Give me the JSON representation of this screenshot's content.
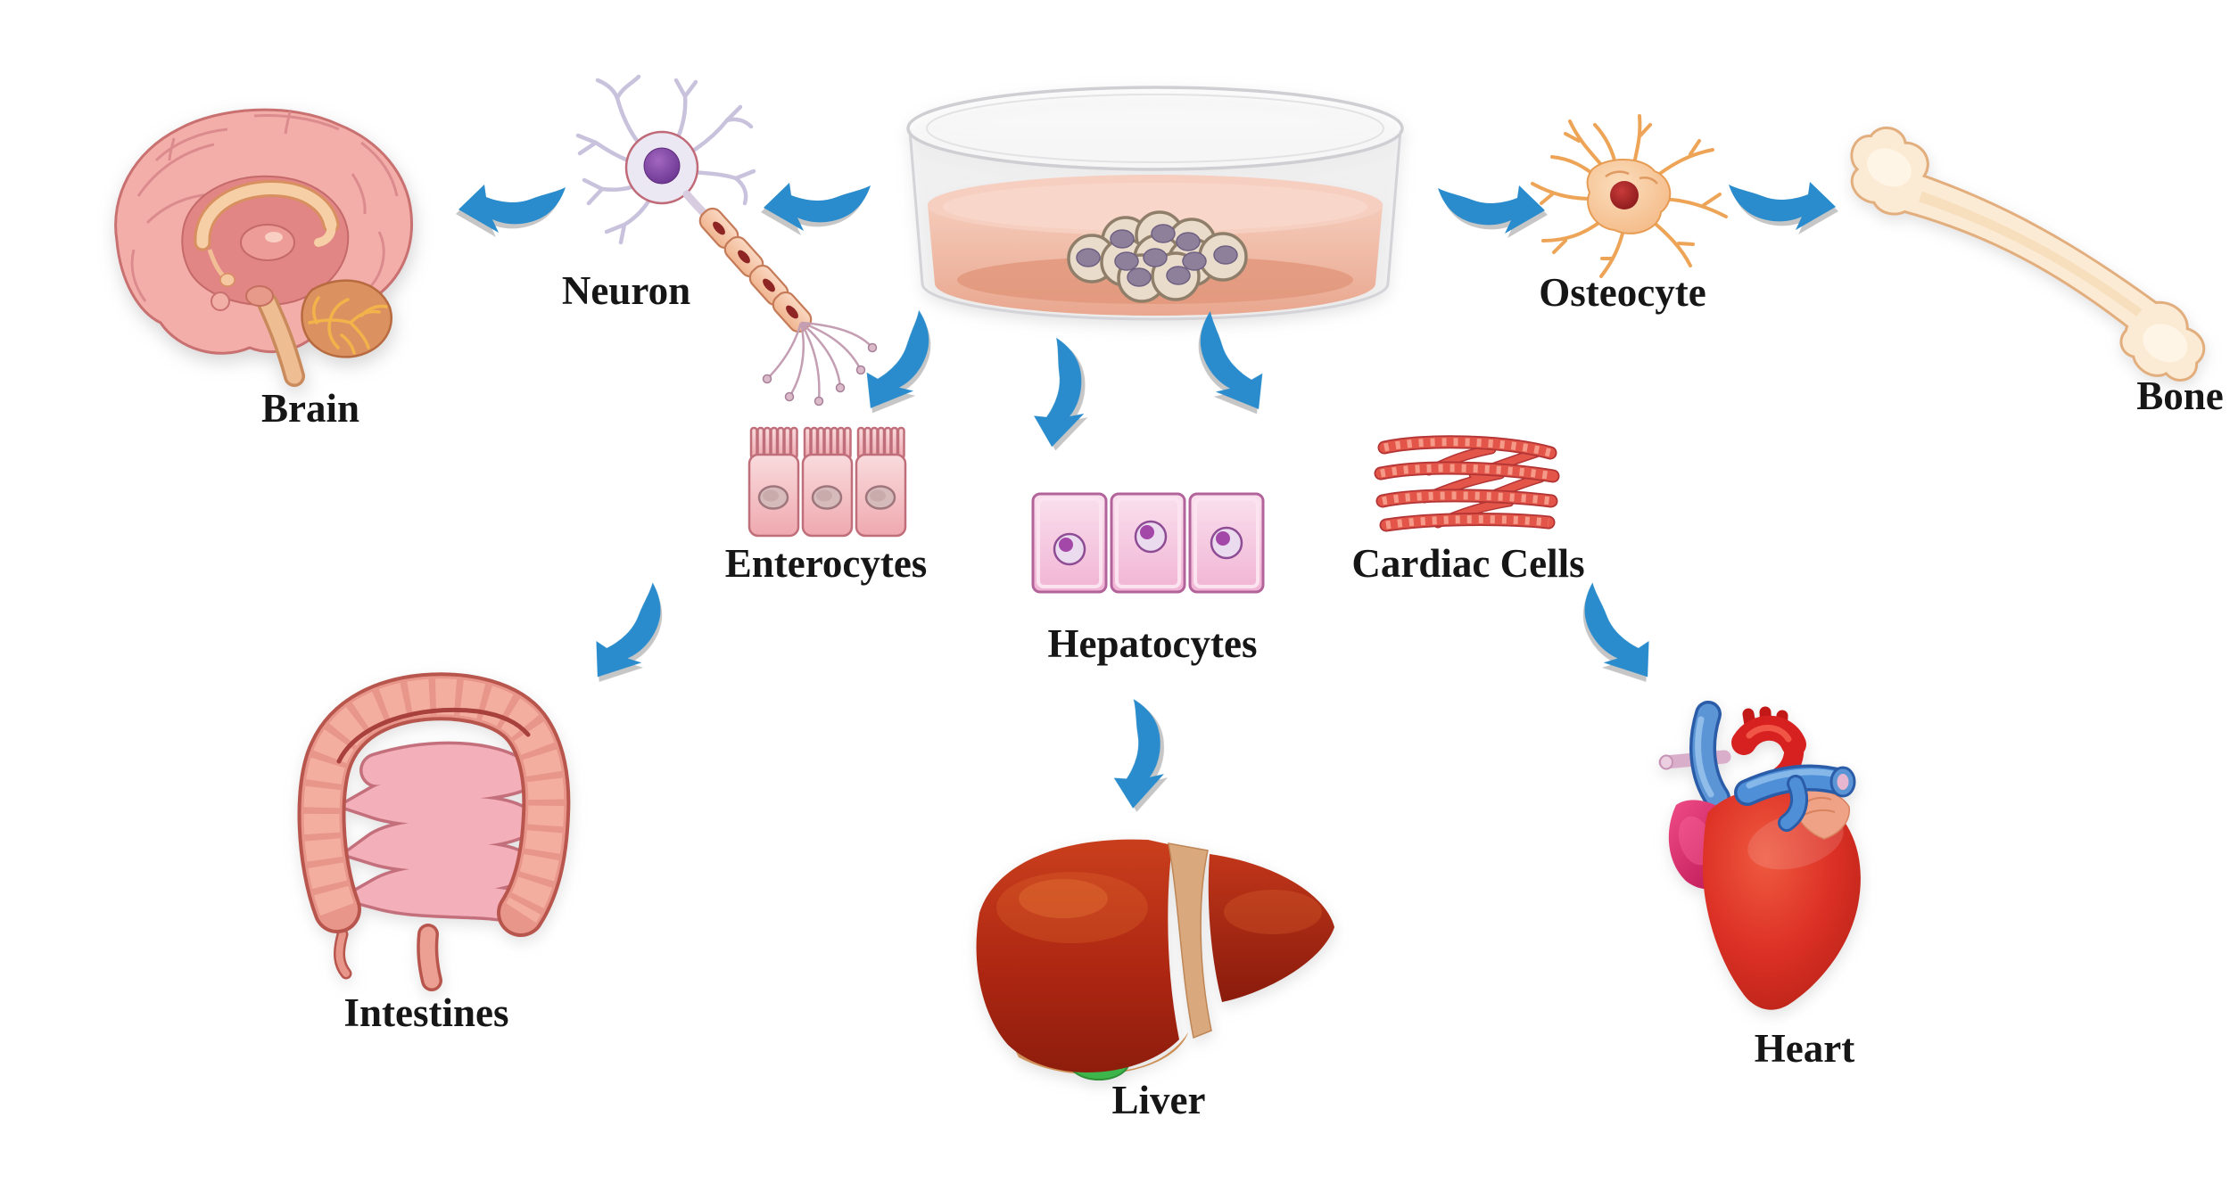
{
  "colors": {
    "background": "#FFFFFF",
    "arrow_blue": "#2A8CCC",
    "arrow_shadow": "#C6C6C6",
    "label_text": "#161616"
  },
  "labels": {
    "neuron": "Neuron",
    "brain": "Brain",
    "osteocyte": "Osteocyte",
    "bone": "Bone",
    "enterocytes": "Enterocytes",
    "hepatocytes": "Hepatocytes",
    "cardiac_cells": "Cardiac Cells",
    "intestines": "Intestines",
    "liver": "Liver",
    "heart": "Heart"
  },
  "icons": {
    "dish": "petri-dish-with-stem-cells-icon",
    "neuron": "neuron-cell-icon",
    "brain": "brain-organ-icon",
    "osteocyte": "osteocyte-cell-icon",
    "bone": "femur-bone-icon",
    "enterocytes": "enterocyte-cells-icon",
    "hepatocytes": "hepatocyte-cells-icon",
    "cardiac_cells": "cardiac-muscle-cells-icon",
    "intestines": "intestines-organ-icon",
    "liver": "liver-organ-icon",
    "heart": "heart-organ-icon",
    "arrow": "curved-swoosh-arrow-icon"
  }
}
